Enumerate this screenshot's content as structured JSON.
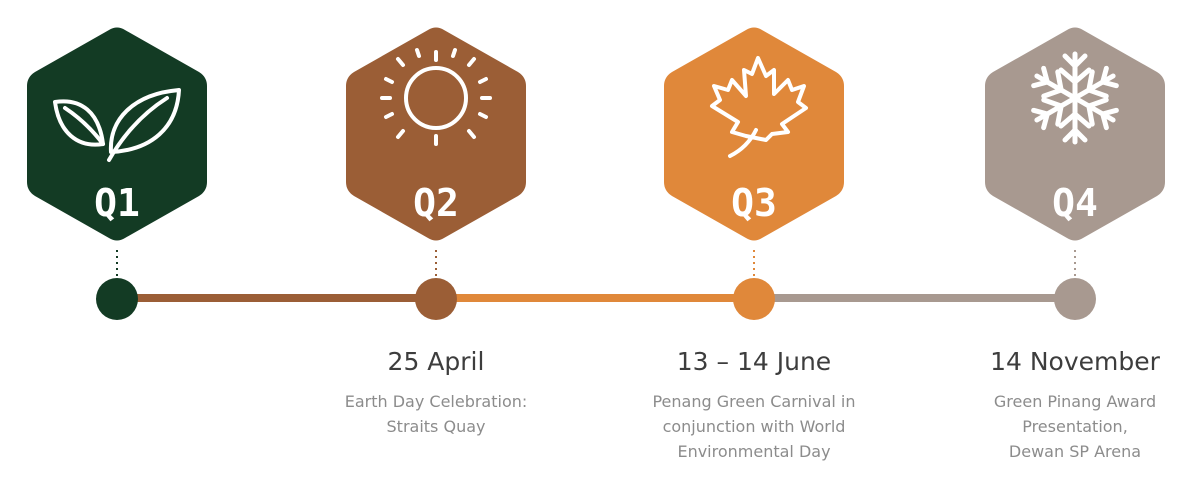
{
  "colors": {
    "q1": "#133b24",
    "q2": "#9b5e36",
    "q3": "#e0883a",
    "q4": "#a89990",
    "text_dark": "#3d3d3d",
    "text_gray": "#8c8c8c"
  },
  "quarters": [
    {
      "label": "Q1",
      "icon": "leaves-icon",
      "color": "#133b24"
    },
    {
      "label": "Q2",
      "icon": "sun-icon",
      "color": "#9b5e36"
    },
    {
      "label": "Q3",
      "icon": "maple-leaf-icon",
      "color": "#e0883a"
    },
    {
      "label": "Q4",
      "icon": "snowflake-icon",
      "color": "#a89990"
    }
  ],
  "events": [
    {
      "date": "25 April",
      "description": "Earth Day Celebration:\nStraits Quay"
    },
    {
      "date": "13 – 14 June",
      "description": "Penang Green Carnival in\nconjunction with World\nEnvironmental Day"
    },
    {
      "date": "14 November",
      "description": "Green Pinang Award\nPresentation,\nDewan SP Arena"
    }
  ]
}
